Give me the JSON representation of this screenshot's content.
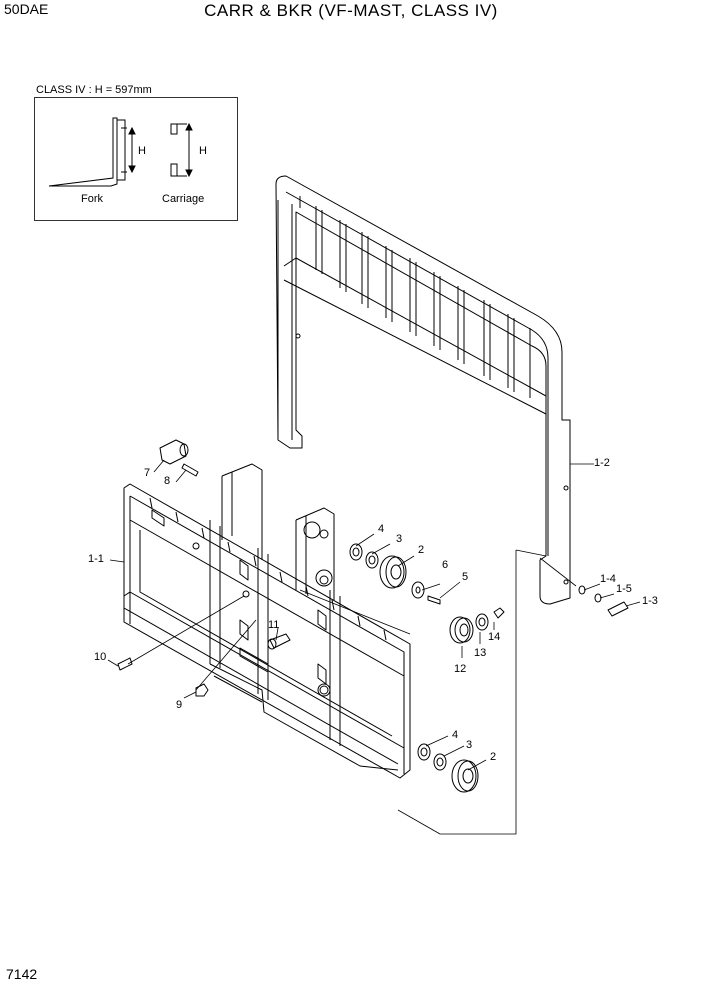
{
  "header": {
    "model": "50DAE",
    "title": "CARR & BKR (VF-MAST, CLASS IV)"
  },
  "inset": {
    "class_note": "CLASS IV : H = 597mm",
    "fork_label": "Fork",
    "carriage_label": "Carriage",
    "dimension_symbol": "H"
  },
  "callouts": {
    "c1_1": "1-1",
    "c1_2": "1-2",
    "c1_3": "1-3",
    "c1_4": "1-4",
    "c1_5": "1-5",
    "c2a": "2",
    "c2b": "2",
    "c3a": "3",
    "c3b": "3",
    "c4a": "4",
    "c4b": "4",
    "c5": "5",
    "c6": "6",
    "c7": "7",
    "c8": "8",
    "c9": "9",
    "c10": "10",
    "c11": "11",
    "c12": "12",
    "c13": "13",
    "c14": "14"
  },
  "footer": {
    "page_number": "7142"
  }
}
